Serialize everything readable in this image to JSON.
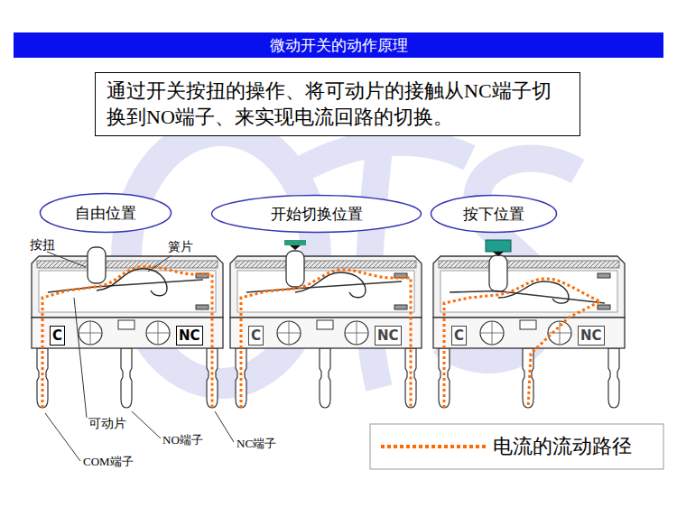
{
  "diagram": {
    "title": "微动开关的动作原理",
    "nodes": [
      {
        "text": [
          "通过开关按扭的操作、将可动片的接触从NC端子切换到NO端子、来实现电流回路的切换。"
        ]
      },
      {
        "text": [
          "自由位置"
        ]
      },
      {
        "text": [
          "开始切换位置"
        ]
      },
      {
        "text": [
          "按下位置"
        ]
      }
    ],
    "labels": [
      "按扭",
      "簧片",
      "可动片",
      "NO端子",
      "NC端子",
      "COM端子",
      "C",
      "NC",
      "C",
      "NC",
      "C",
      "NC"
    ],
    "legend": [
      {
        "text": "电流的流动路径"
      }
    ]
  }
}
